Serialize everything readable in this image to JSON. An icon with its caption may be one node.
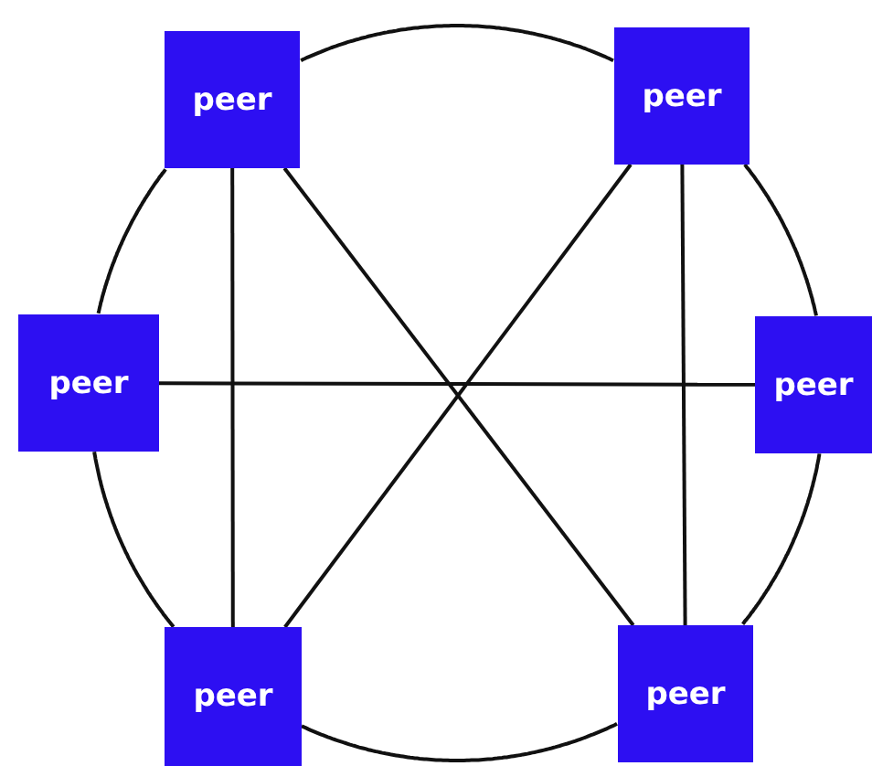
{
  "diagram": {
    "nodes": [
      {
        "text": [
          "peer"
        ]
      },
      {
        "text": [
          "peer"
        ]
      },
      {
        "text": [
          "peer"
        ]
      },
      {
        "text": [
          "peer"
        ]
      },
      {
        "text": [
          "peer"
        ]
      },
      {
        "text": [
          "peer"
        ]
      }
    ],
    "edges": [
      {
        "from": 0,
        "to": 1,
        "arrow": "none"
      },
      {
        "from": 1,
        "to": 3,
        "arrow": "none"
      },
      {
        "from": 3,
        "to": 5,
        "arrow": "none"
      },
      {
        "from": 5,
        "to": 4,
        "arrow": "none"
      },
      {
        "from": 4,
        "to": 2,
        "arrow": "none"
      },
      {
        "from": 2,
        "to": 0,
        "arrow": "none"
      },
      {
        "from": 0,
        "to": 4,
        "arrow": "none"
      },
      {
        "from": 1,
        "to": 5,
        "arrow": "none"
      },
      {
        "from": 2,
        "to": 3,
        "arrow": "none"
      },
      {
        "from": 0,
        "to": 5,
        "arrow": "none"
      },
      {
        "from": 1,
        "to": 4,
        "arrow": "none"
      }
    ]
  }
}
